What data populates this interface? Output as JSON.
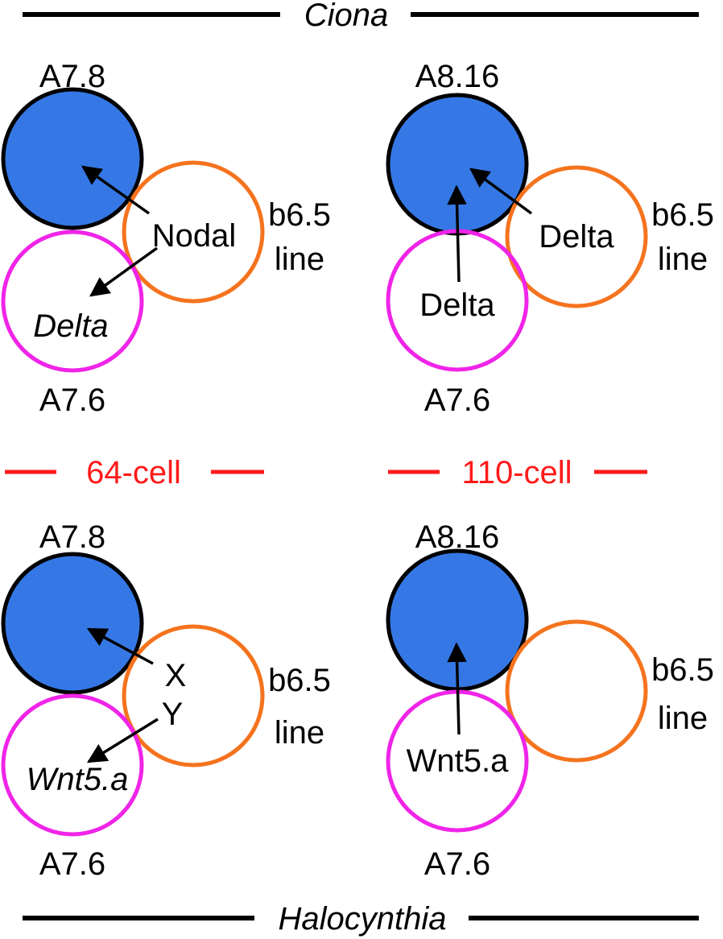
{
  "header": {
    "title": "Ciona"
  },
  "footer": {
    "title": "Halocynthia"
  },
  "stages": {
    "left": "64-cell",
    "right": "110-cell"
  },
  "colors": {
    "blue_cell": "#3578e5",
    "orange_cell": "#f5731e",
    "magenta_cell": "#f024e8",
    "stage_label": "#ff1a1a",
    "line": "#000000"
  },
  "panels": {
    "ciona_64": {
      "top_cell": "A7.8",
      "bottom_cell": "A7.6",
      "side_label_1": "b6.5",
      "side_label_2": "line",
      "signal": "Nodal",
      "target": "Delta"
    },
    "ciona_110": {
      "top_cell": "A8.16",
      "bottom_cell": "A7.6",
      "side_label_1": "b6.5",
      "side_label_2": "line",
      "signal_orange": "Delta",
      "signal_magenta": "Delta"
    },
    "halo_64": {
      "top_cell": "A7.8",
      "bottom_cell": "A7.6",
      "side_label_1": "b6.5",
      "side_label_2": "line",
      "signal_x": "X",
      "signal_y": "Y",
      "target": "Wnt5.a"
    },
    "halo_110": {
      "top_cell": "A8.16",
      "bottom_cell": "A7.6",
      "side_label_1": "b6.5",
      "side_label_2": "line",
      "signal_magenta": "Wnt5.a"
    }
  }
}
